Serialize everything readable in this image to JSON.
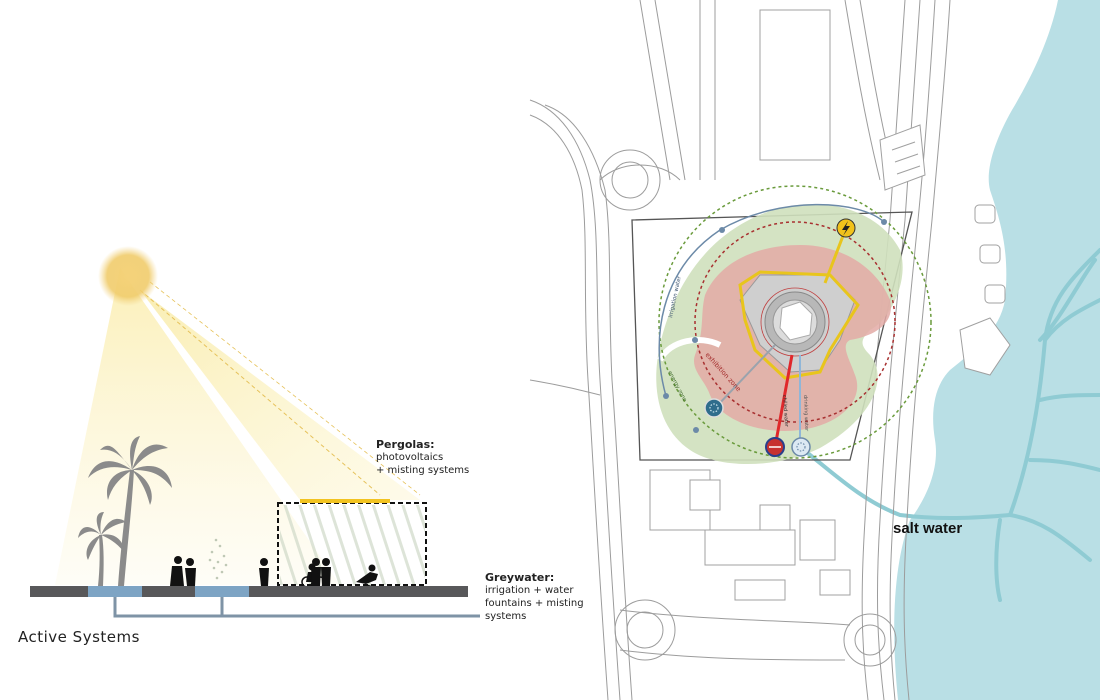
{
  "section": {
    "caption": "Active Systems",
    "pergolas": {
      "title": "Pergolas",
      "line1": "photovoltaics",
      "line2": "+ misting systems"
    },
    "greywater": {
      "title": "Greywater",
      "line1": "irrigation + water",
      "line2": "fountains + misting",
      "line3": "systems"
    }
  },
  "plan": {
    "salt_water_label": "salt water",
    "arc_labels": {
      "irrigation": "irrigation water",
      "energy": "energy zone",
      "exhibition": "exhibition zone",
      "drinking": "drinking water",
      "chilled": "chilled water"
    }
  },
  "colors": {
    "sun": "#f3c850",
    "green_zone": "#cfe0bc",
    "red_zone": "#e3aaa6",
    "yellow_line": "#e8c51c",
    "water": "#b9dfe5",
    "water_line": "#8fcbd3",
    "ground": "#58585a",
    "pipe": "#7e93a6"
  },
  "icons": [
    "sun-icon",
    "lightning-icon",
    "pump-icon",
    "water-treatment-icon",
    "chiller-icon"
  ]
}
